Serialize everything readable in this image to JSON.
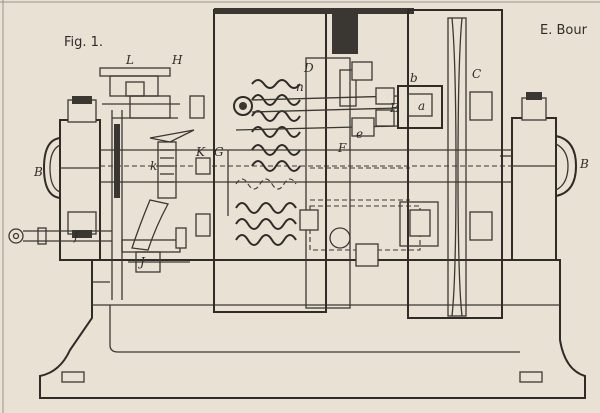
{
  "figure": {
    "title": "Fig. 1.",
    "author_fragment": "E. Bour"
  },
  "labels": {
    "L": "L",
    "H": "H",
    "D": "D",
    "C": "C",
    "n": "n",
    "b": "b",
    "E": "E",
    "a": "a",
    "F": "F",
    "e": "e",
    "B_left": "B",
    "B_right": "B",
    "K": "K",
    "G": "G",
    "k": "k",
    "f": "f",
    "J": "J"
  },
  "colors": {
    "paper": "#e8e1d4",
    "ink": "#3b3833"
  }
}
